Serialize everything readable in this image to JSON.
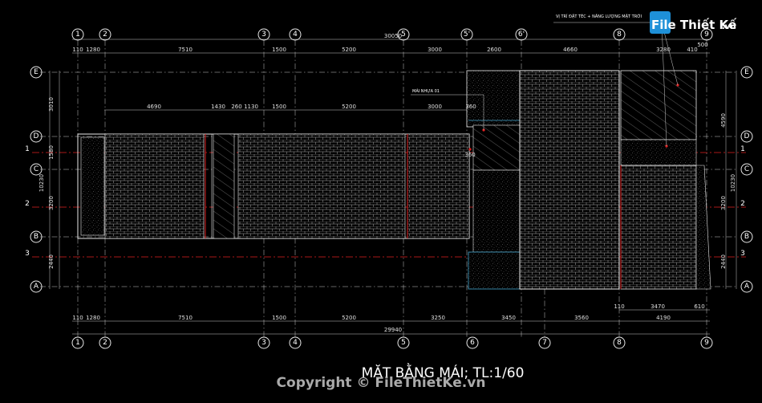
{
  "drawing": {
    "title": "MẶT BẰNG MÁI; TL:1/60",
    "copyright": "Copyright © FileThietKe.vn",
    "logo": {
      "text": "File Thiết Kế",
      "domain": ".vn"
    },
    "notes": {
      "solar": "VỊ TRÍ ĐẶT TÉC + NĂNG LƯỢNG MẶT TRỜI",
      "roof": "MÁI NHỰA 01"
    },
    "grid_columns_top": [
      "1",
      "2",
      "3",
      "4",
      "5",
      "5'",
      "6'",
      "8",
      "9"
    ],
    "grid_columns_bottom": [
      "1",
      "2",
      "3",
      "4",
      "5",
      "6",
      "7",
      "8",
      "9"
    ],
    "grid_rows": [
      "E",
      "D",
      "C",
      "B",
      "A"
    ],
    "red_rows": [
      "1",
      "2",
      "3"
    ],
    "dims_top_total": "30050",
    "dims_top": [
      "110",
      "1280",
      "7510",
      "1500",
      "5200",
      "3000",
      "2600",
      "4660",
      "3280",
      "410"
    ],
    "dims_top_extra": "500",
    "dims_inner": [
      "4690",
      "1430",
      "260",
      "1130",
      "1500",
      "5200",
      "3000",
      "360"
    ],
    "dims_inner_extra": "360",
    "dims_bottom": [
      "110",
      "1280",
      "7510",
      "1500",
      "5200",
      "3250",
      "3450",
      "3560",
      "4190"
    ],
    "dims_bottom_total": "29940",
    "dims_bottom_right": [
      "110",
      "3470",
      "610"
    ],
    "dims_left": [
      "3010",
      "1580",
      "3200",
      "2440"
    ],
    "dims_left_total": "10230",
    "dims_right": [
      "4590",
      "3200",
      "2440"
    ],
    "dims_right_total": "10230"
  }
}
